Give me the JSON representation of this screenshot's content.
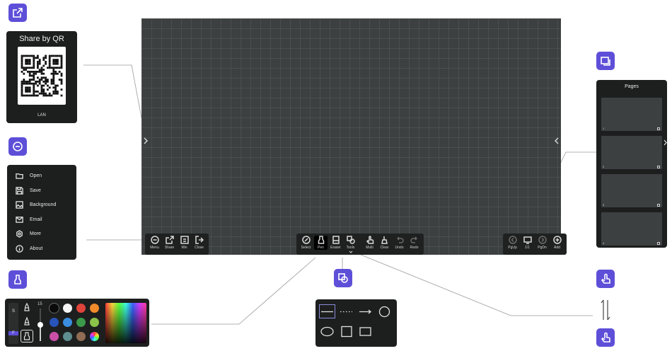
{
  "qr": {
    "title": "Share by QR",
    "caption": "LAN"
  },
  "menu": {
    "items": [
      {
        "label": "Open",
        "icon": "folder-open-icon"
      },
      {
        "label": "Save",
        "icon": "save-icon"
      },
      {
        "label": "Background",
        "icon": "image-icon"
      },
      {
        "label": "Email",
        "icon": "mail-icon"
      },
      {
        "label": "More",
        "icon": "settings-icon"
      },
      {
        "label": "About",
        "icon": "info-icon"
      }
    ]
  },
  "toolbar_left": [
    {
      "label": "Menu",
      "icon": "minus-circle-icon"
    },
    {
      "label": "Share",
      "icon": "share-icon"
    },
    {
      "label": "Min",
      "icon": "minimize-icon"
    },
    {
      "label": "Close",
      "icon": "exit-icon"
    }
  ],
  "toolbar_center": [
    {
      "label": "Select",
      "icon": "select-icon"
    },
    {
      "label": "Pen",
      "icon": "pen-icon"
    },
    {
      "label": "Eraser",
      "icon": "eraser-icon"
    },
    {
      "label": "Tools",
      "icon": "shapes-icon"
    },
    {
      "label": "Multi",
      "icon": "touch-icon"
    },
    {
      "label": "Clear",
      "icon": "clear-icon"
    },
    {
      "label": "Undo",
      "icon": "undo-icon"
    },
    {
      "label": "Redo",
      "icon": "redo-icon"
    }
  ],
  "toolbar_right": [
    {
      "label": "PgUp",
      "icon": "chevron-left-icon"
    },
    {
      "label": "1/1",
      "icon": "pages-icon"
    },
    {
      "label": "PgDn",
      "icon": "chevron-right-icon"
    },
    {
      "label": "Add",
      "icon": "plus-circle-icon"
    }
  ],
  "pages": {
    "title": "Pages",
    "items": [
      {
        "number": "1"
      },
      {
        "number": "2"
      },
      {
        "number": "3"
      },
      {
        "number": "4"
      }
    ]
  },
  "pen": {
    "size": "15",
    "mode_s": "S",
    "mode_f": "F",
    "colors": [
      "#0a0a0a",
      "#f5f5f5",
      "#e0433a",
      "#f08a2b",
      "#2853b8",
      "#3b8de0",
      "#3a9a49",
      "#8bc34a",
      "#c94fa7",
      "#5e8e8f",
      "#8f6c53",
      "rainbow"
    ]
  },
  "shapes": {
    "items": [
      "line",
      "dotted-line",
      "arrow",
      "circle",
      "ellipse",
      "square",
      "rectangle"
    ]
  },
  "colors": {
    "accent": "#5e4fd8",
    "board": "#3c4041",
    "panel": "#1d1f1f"
  }
}
